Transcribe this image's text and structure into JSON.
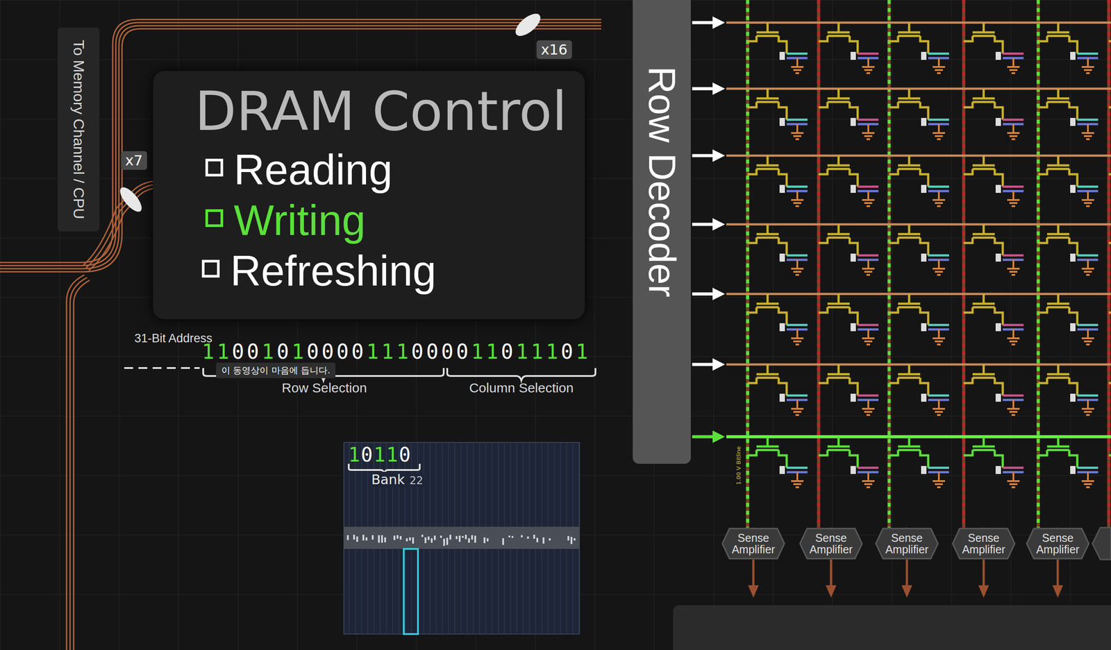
{
  "diagram": {
    "nodes": [
      {
        "text": [
          "DRAM Control",
          "Reading",
          "Writing",
          "Refreshing"
        ]
      },
      {
        "text": [
          "Row Decoder"
        ]
      },
      {
        "text": [
          "Sense Amplifier"
        ]
      },
      {
        "text": [
          "Sense Amplifier"
        ]
      },
      {
        "text": [
          "Sense Amplifier"
        ]
      },
      {
        "text": [
          "Sense Amplifier"
        ]
      },
      {
        "text": [
          "Sense Amplifier"
        ]
      },
      {
        "text": [
          "10110",
          "Bank",
          "22"
        ]
      }
    ],
    "labels": [
      "To Memory Channel / CPU",
      "x16",
      "x7",
      "31-Bit Address",
      "11001010000111000011011101",
      "이 동영상이 마음에 듭니다.",
      "Row Selection",
      "Column Selection",
      "1.00 V Bitline"
    ]
  }
}
